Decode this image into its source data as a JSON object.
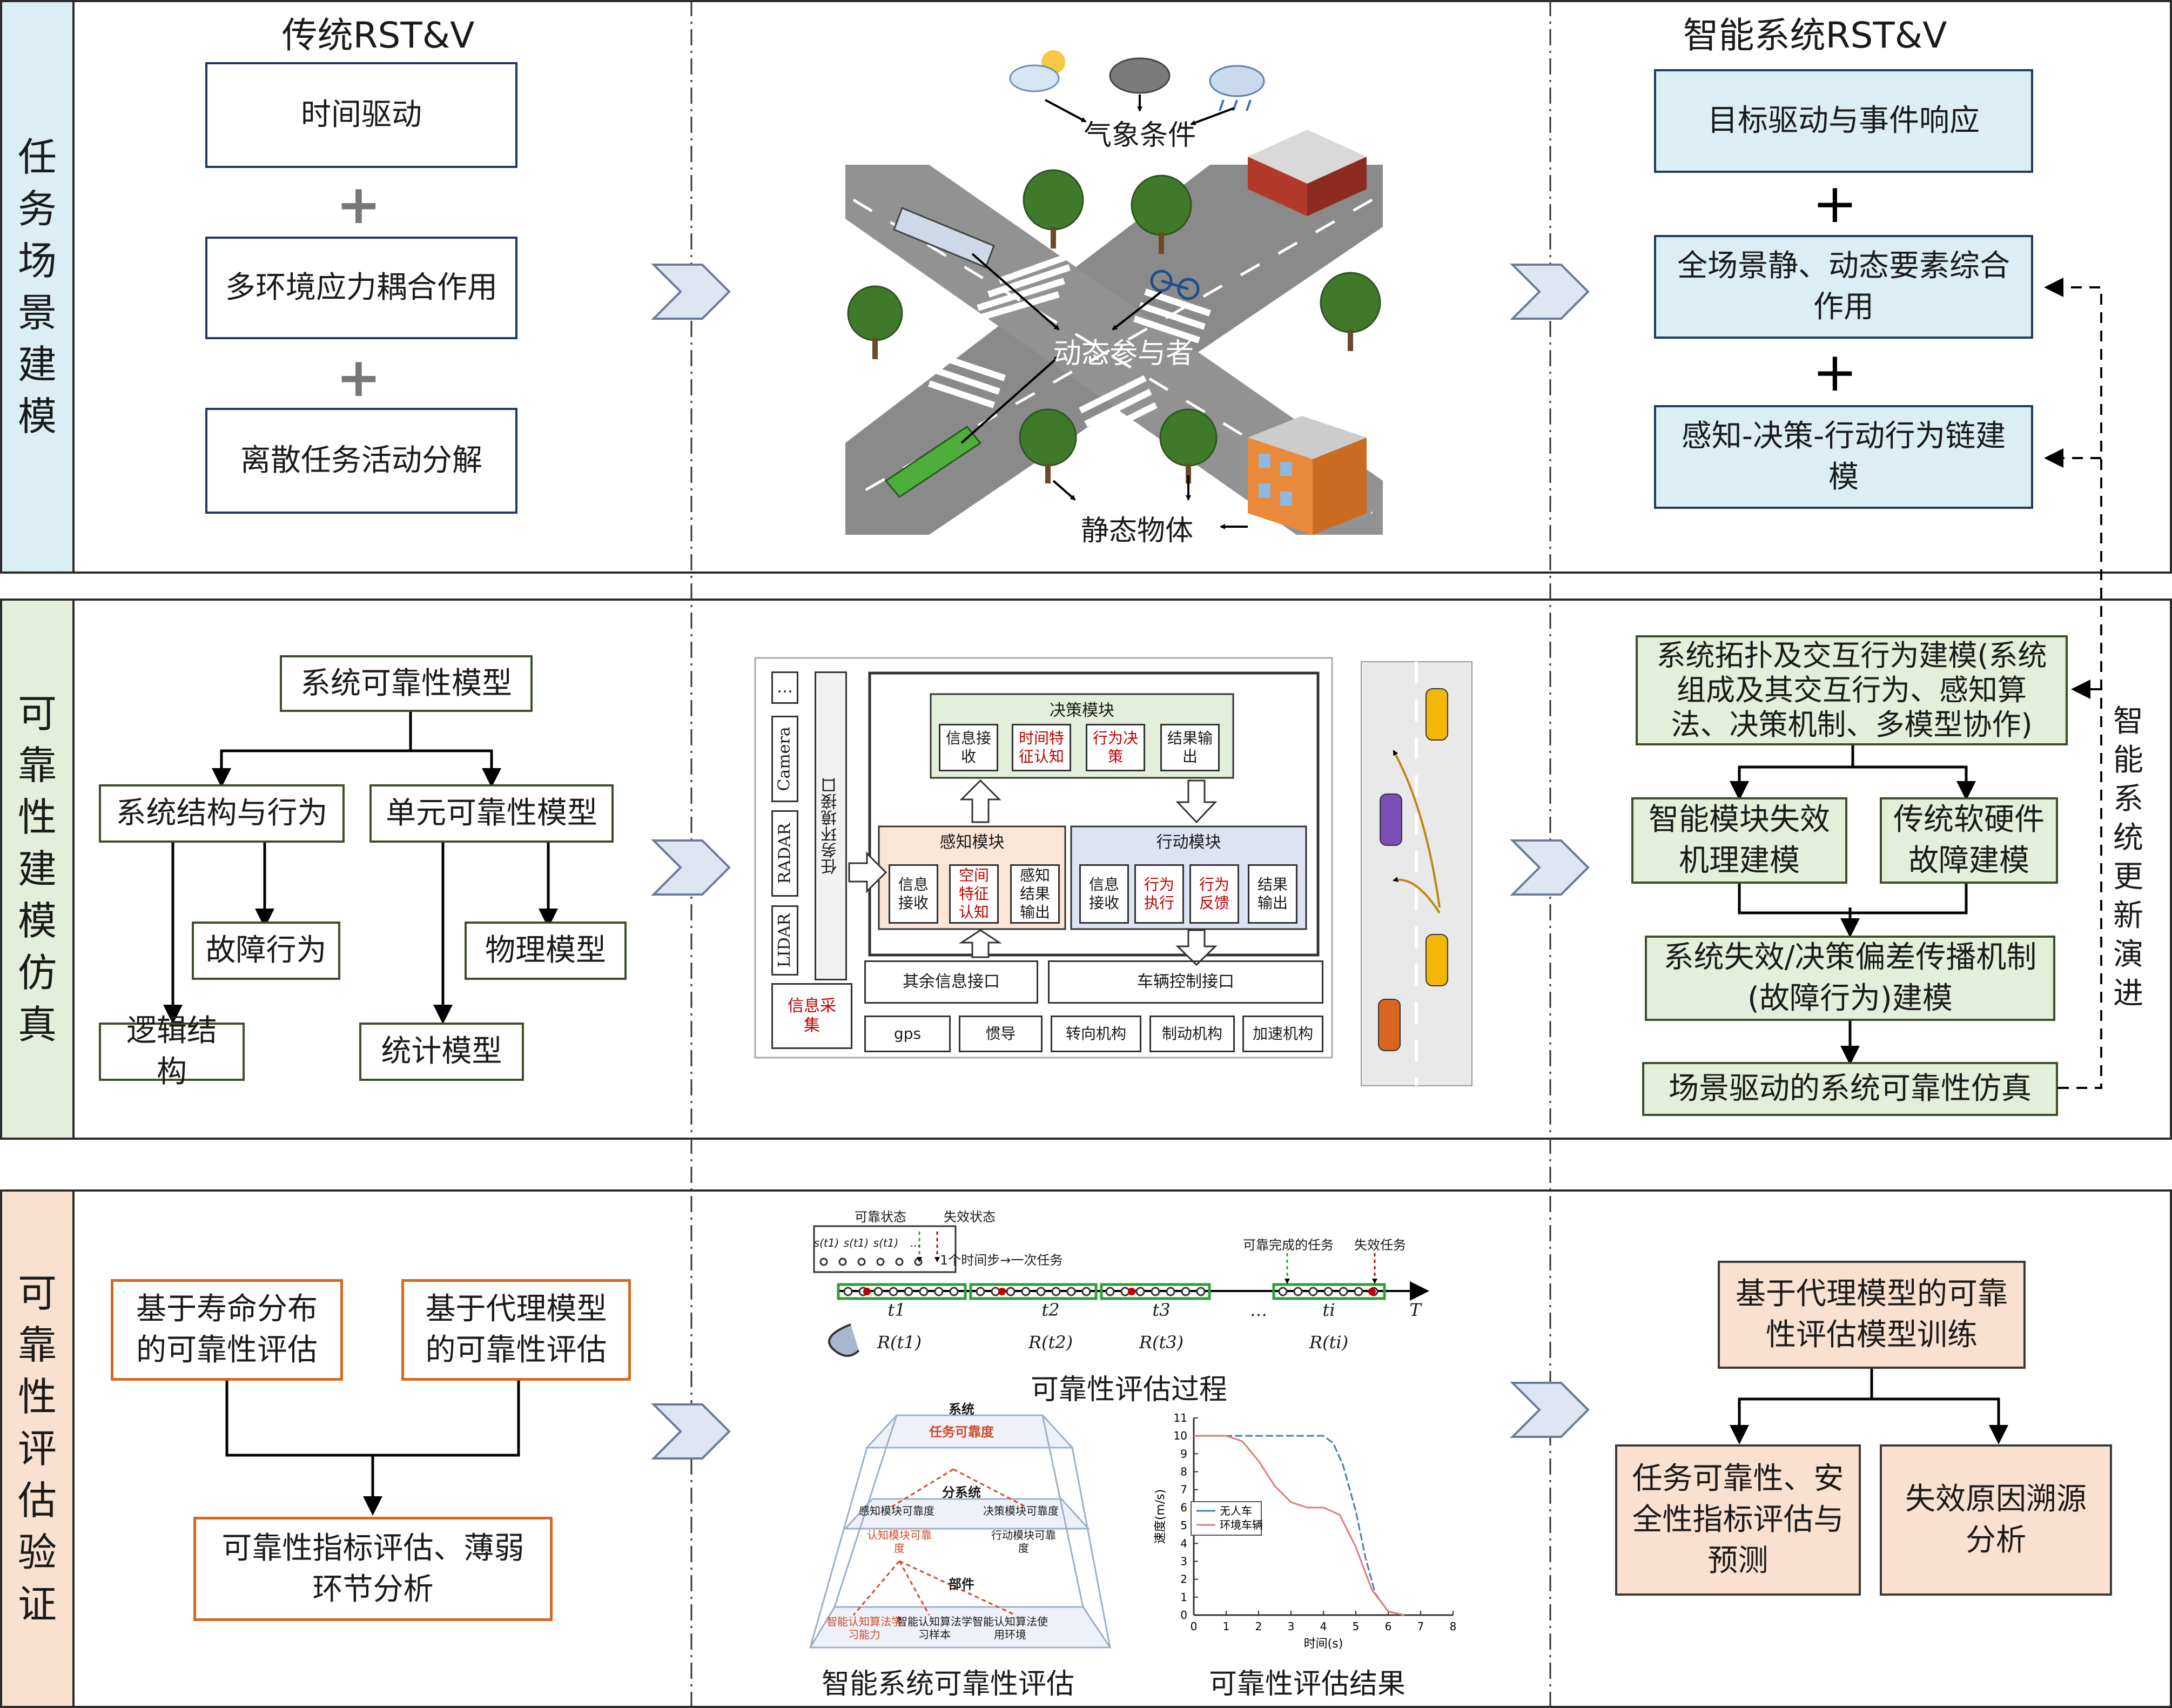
{
  "sections": [
    {
      "label": "任务场景建模",
      "color": "#dbeef4"
    },
    {
      "label": "可靠性建模仿真",
      "color": "#e3eedb"
    },
    {
      "label": "可靠性评估验证",
      "color": "#f9e0cf"
    }
  ],
  "row1": {
    "left_title": "传统RST&V",
    "left_boxes": [
      "时间驱动",
      "多环境应力耦合作用",
      "离散任务活动分解"
    ],
    "scene": {
      "weather": "气象条件",
      "dynamic": "动态参与者",
      "static": "静态物体"
    },
    "right_title": "智能系统RST&V",
    "right_boxes": [
      "目标驱动与事件响应",
      "全场景静、动态要素综合作用",
      "感知-决策-行动行为链建模"
    ]
  },
  "row2": {
    "root": "系统可靠性模型",
    "lv1": [
      "系统结构与行为",
      "单元可靠性模型"
    ],
    "lv2": [
      "故障行为",
      "物理模型",
      "逻辑结构",
      "统计模型"
    ],
    "arch": {
      "sensors": [
        "…",
        "Camera",
        "RADAR",
        "LIDAR"
      ],
      "collect": "信息采集",
      "env_if": "任务环境接口",
      "decision": {
        "title": "决策模块",
        "cells": [
          "信息接收",
          "时间特征认知",
          "行为决策",
          "结果输出"
        ]
      },
      "perception": {
        "title": "感知模块",
        "cells": [
          "信息接收",
          "空间特征认知",
          "感知结果输出"
        ]
      },
      "action": {
        "title": "行动模块",
        "cells": [
          "信息接收",
          "行为执行",
          "行为反馈",
          "结果输出"
        ]
      },
      "other_if": "其余信息接口",
      "vehicle_if": "车辆控制接口",
      "bottom": [
        "gps",
        "惯导",
        "转向机构",
        "制动机构",
        "加速机构"
      ]
    },
    "right_boxes": {
      "topo": "系统拓扑及交互行为建模(系统组成及其交互行为、感知算法、决策机制、多模型协作)",
      "smart": "智能模块失效机理建模",
      "trad": "传统软硬件故障建模",
      "prop": "系统失效/决策偏差传播机制(故障行为)建模",
      "sim": "场景驱动的系统可靠性仿真"
    },
    "evolve": "智能系统更新演进"
  },
  "row3": {
    "left_boxes": [
      "基于寿命分布的可靠性评估",
      "基于代理模型的可靠性评估",
      "可靠性指标评估、薄弱环节分析"
    ],
    "timeline": {
      "reliable_state": "可靠状态",
      "fail_state": "失效状态",
      "step_note": "1个时间步→一次任务",
      "done_task": "可靠完成的任务",
      "fail_task": "失效任务",
      "ticks": [
        "t1",
        "t2",
        "t3",
        "…",
        "ti",
        "T"
      ],
      "r_labels": [
        "R(t1)",
        "R(t2)",
        "R(t3)",
        "R(ti)"
      ],
      "s_labels": [
        "s(t1)",
        "s(t1)",
        "s(t1)",
        "…"
      ],
      "caption": "可靠性评估过程"
    },
    "pyramid": {
      "caption": "智能系统可靠性评估",
      "levels": [
        "系统",
        "任务可靠度",
        "分系统",
        "部件"
      ],
      "items": [
        "感知模块可靠度",
        "决策模块可靠度",
        "认知模块可靠度",
        "行动模块可靠度",
        "智能认知算法学习能力",
        "智能认知算法学习样本",
        "智能认知算法使用环境"
      ]
    },
    "result_chart": {
      "caption": "可靠性评估结果",
      "xlabel": "时间(s)",
      "ylabel": "速度(m/s)",
      "legend": [
        "无人车",
        "环境车辆"
      ]
    },
    "right_boxes": [
      "基于代理模型的可靠性评估模型训练",
      "任务可靠性、安全性指标评估与预测",
      "失效原因溯源分析"
    ]
  },
  "chart_data": {
    "type": "line",
    "xlabel": "时间(s)",
    "ylabel": "速度(m/s)",
    "xlim": [
      0,
      8
    ],
    "ylim": [
      0,
      11
    ],
    "xticks": [
      0,
      1,
      2,
      3,
      4,
      5,
      6,
      7,
      8
    ],
    "yticks": [
      0,
      1,
      2,
      3,
      4,
      5,
      6,
      7,
      8,
      9,
      10,
      11
    ],
    "series": [
      {
        "name": "无人车",
        "color": "#3d7fb5",
        "x": [
          0,
          1,
          2,
          3,
          4,
          4.3,
          4.6,
          5.0,
          5.3,
          5.6,
          6.0,
          6.5
        ],
        "y": [
          10,
          10,
          10,
          10,
          10,
          9.6,
          8.4,
          5.8,
          3.2,
          1.2,
          0.2,
          0
        ]
      },
      {
        "name": "环境车辆",
        "color": "#e07a7a",
        "x": [
          0,
          1,
          1.5,
          2,
          2.5,
          3,
          3.5,
          4,
          4.5,
          5,
          5.5,
          6,
          6.5
        ],
        "y": [
          10,
          10,
          9.7,
          8.6,
          7.2,
          6.3,
          6.0,
          6.0,
          5.6,
          3.8,
          1.4,
          0.2,
          0
        ]
      }
    ]
  }
}
